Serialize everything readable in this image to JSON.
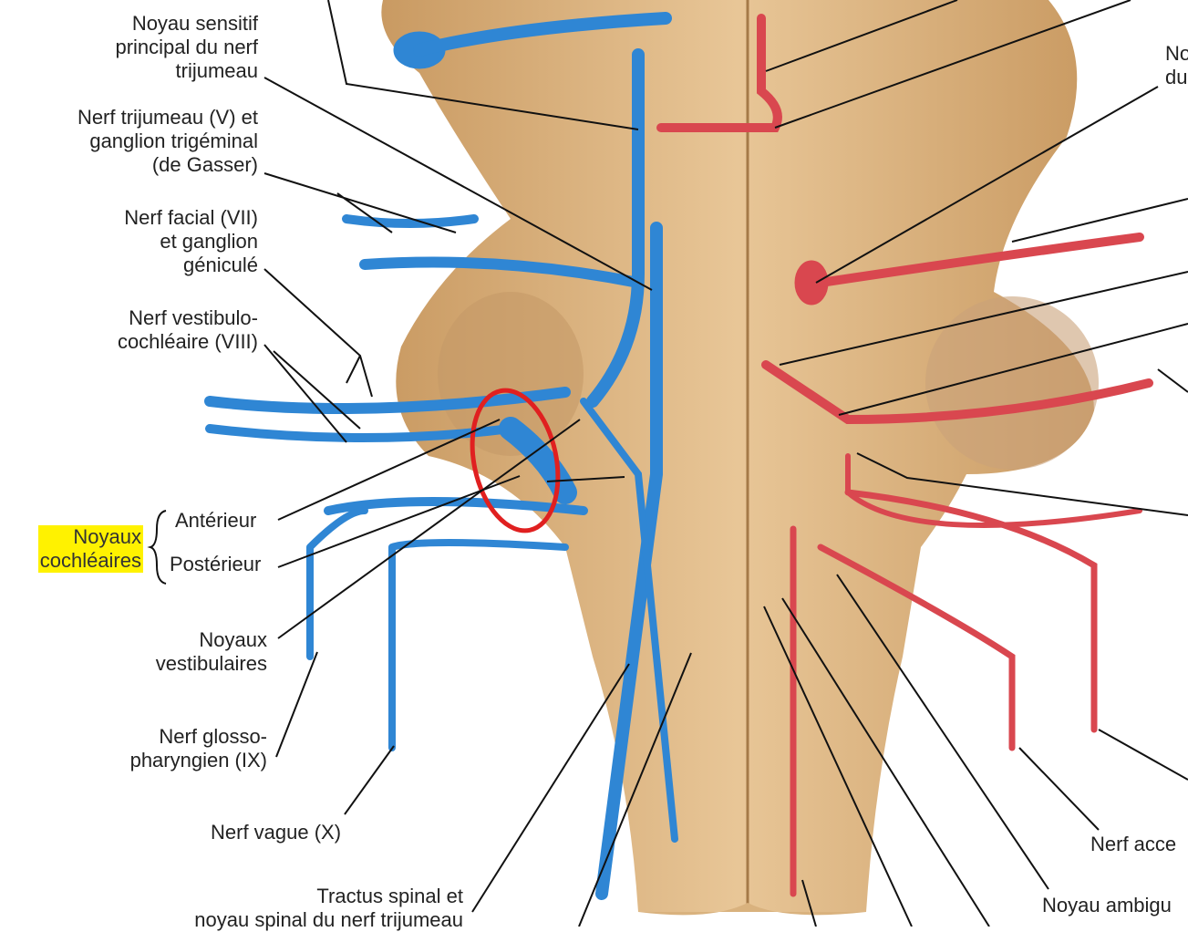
{
  "labels": {
    "noyau_sensitif": "Noyau sensitif\nprincipal du nerf\ntrijumeau",
    "nerf_trijumeau": "Nerf trijumeau (V) et\nganglion trigéminal\n(de Gasser)",
    "nerf_facial": "Nerf facial (VII)\net ganglion\ngéniculé",
    "nerf_vestibulo": "Nerf vestibulo-\ncochléaire (VIII)",
    "noyaux_cochleaires": "Noyaux\ncochléaires",
    "anterieur": "Antérieur",
    "posterieur": "Postérieur",
    "noyaux_vestibulaires": "Noyaux\nvestibulaires",
    "nerf_glosso": "Nerf glosso-\npharyngien (IX)",
    "nerf_vague": "Nerf vague (X)",
    "tractus_spinal": "Tractus spinal et\nnoyau spinal du nerf trijumeau",
    "right_partial_top": "No\ndu",
    "nerf_accessoire_partial": "Nerf acce",
    "noyau_ambigu_partial": "Noyau ambigu"
  },
  "colors": {
    "tissue": "#d9b27e",
    "sensory": "#2f86d4",
    "motor": "#d9474f",
    "highlight": "#fff200",
    "annotation": "#e02020"
  }
}
